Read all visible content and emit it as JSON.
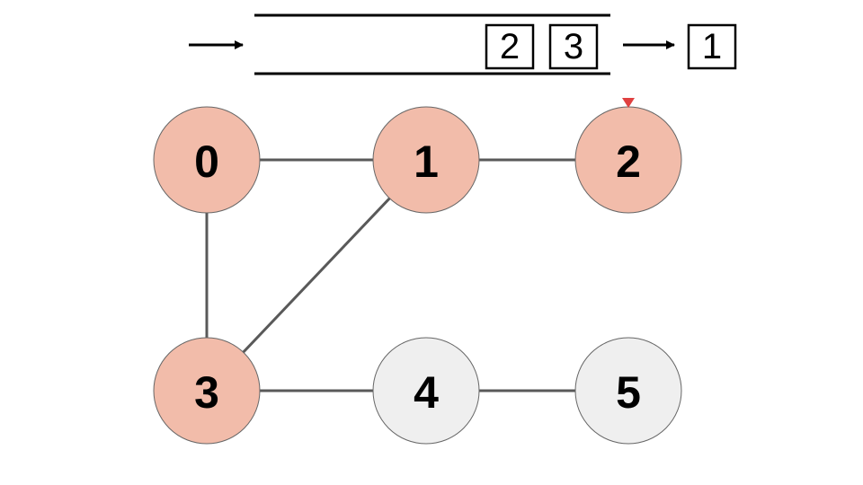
{
  "colors": {
    "visited_fill": "#f2bcaa",
    "unvisited_fill": "#efefef",
    "node_stroke": "#666666",
    "edge_stroke": "#595959",
    "queue_stroke": "#000000",
    "current_marker": "#e04040"
  },
  "queue": {
    "items": [
      {
        "label": "2"
      },
      {
        "label": "3"
      }
    ],
    "dequeued": {
      "label": "1"
    }
  },
  "graph": {
    "nodes": [
      {
        "id": "0",
        "label": "0",
        "state": "visited",
        "current": false
      },
      {
        "id": "1",
        "label": "1",
        "state": "visited",
        "current": false
      },
      {
        "id": "2",
        "label": "2",
        "state": "visited",
        "current": true
      },
      {
        "id": "3",
        "label": "3",
        "state": "visited",
        "current": false
      },
      {
        "id": "4",
        "label": "4",
        "state": "unvisited",
        "current": false
      },
      {
        "id": "5",
        "label": "5",
        "state": "unvisited",
        "current": false
      }
    ],
    "edges": [
      {
        "from": "0",
        "to": "1"
      },
      {
        "from": "1",
        "to": "2"
      },
      {
        "from": "0",
        "to": "3"
      },
      {
        "from": "1",
        "to": "3"
      },
      {
        "from": "3",
        "to": "4"
      },
      {
        "from": "4",
        "to": "5"
      }
    ]
  }
}
